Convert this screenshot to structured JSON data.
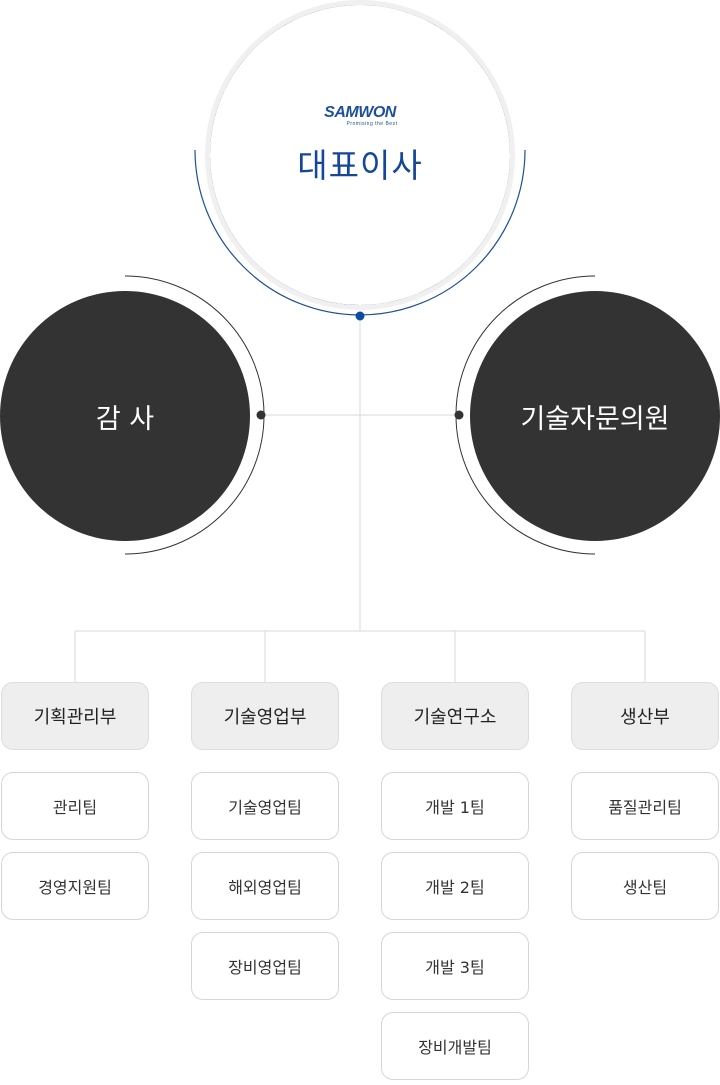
{
  "ceo": {
    "logo_text": "SAMWON",
    "logo_tagline": "Promising the Best",
    "title": "대표이사"
  },
  "side_units": [
    {
      "label": "감 사"
    },
    {
      "label": "기술자문의원"
    }
  ],
  "departments": [
    {
      "label": "기획관리부",
      "teams": [
        "관리팀",
        "경영지원팀"
      ]
    },
    {
      "label": "기술영업부",
      "teams": [
        "기술영업팀",
        "해외영업팀",
        "장비영업팀"
      ]
    },
    {
      "label": "기술연구소",
      "teams": [
        "개발 1팀",
        "개발 2팀",
        "개발 3팀",
        "장비개발팀"
      ]
    },
    {
      "label": "생산부",
      "teams": [
        "품질관리팀",
        "생산팀"
      ]
    }
  ],
  "colors": {
    "ceo_ring": "#0a4ea3",
    "ceo_text": "#14479a",
    "side_fill": "#333333",
    "dept_fill": "#eeeeee",
    "connector": "#d9d9d9"
  }
}
